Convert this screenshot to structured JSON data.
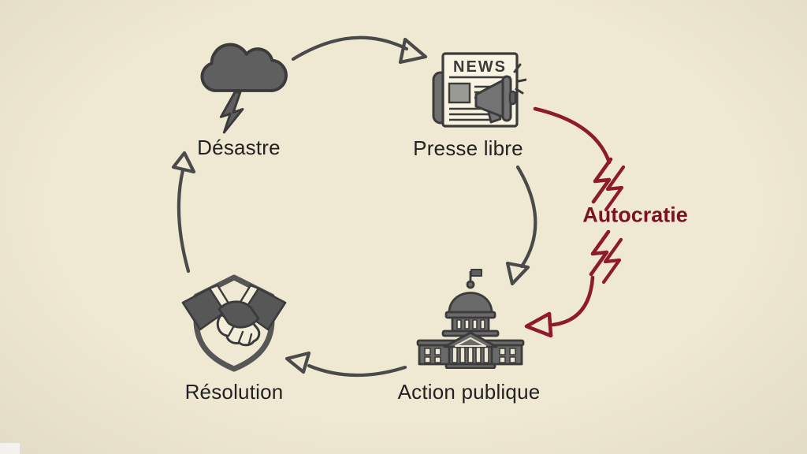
{
  "canvas": {
    "background": "#efe8d3"
  },
  "colors": {
    "icon_gray": "#5f5f5f",
    "icon_outline": "#3b3b3b",
    "arrow_gray": "#4a4a4a",
    "autocracy_red": "#8e1b2c",
    "label_text": "#222222",
    "paper": "#f8f3e2"
  },
  "nodes": [
    {
      "id": "disaster",
      "label": "Désastre",
      "icon": "storm-cloud-icon"
    },
    {
      "id": "free-press",
      "label": "Presse libre",
      "icon": "newspaper-megaphone-icon",
      "masthead": "NEWS"
    },
    {
      "id": "public-action",
      "label": "Action publique",
      "icon": "capitol-icon"
    },
    {
      "id": "resolution",
      "label": "Résolution",
      "icon": "handshake-shield-icon"
    }
  ],
  "disruptor": {
    "label": "Autocratie",
    "color": "#7c1324"
  },
  "edges": [
    {
      "from": "Désastre",
      "to": "Presse libre",
      "style": "gray-curved-arrow"
    },
    {
      "from": "Presse libre",
      "to": "Action publique",
      "style": "gray-curved-arrow"
    },
    {
      "from": "Action publique",
      "to": "Résolution",
      "style": "gray-curved-arrow"
    },
    {
      "from": "Résolution",
      "to": "Désastre",
      "style": "gray-curved-arrow"
    },
    {
      "from": "Presse libre",
      "to": "Action publique",
      "style": "red-broken-arrow",
      "via": "Autocratie"
    }
  ]
}
